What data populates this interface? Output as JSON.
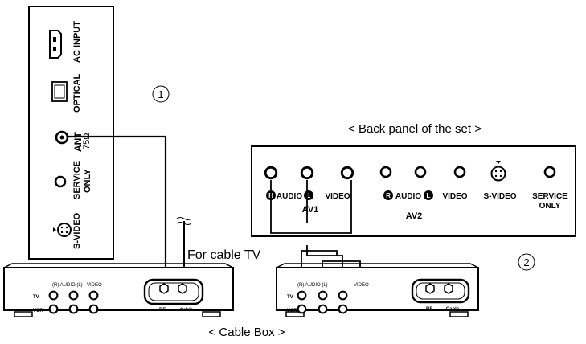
{
  "side_panel": {
    "ac_input": "AC INPUT",
    "optical": "OPTICAL",
    "ant": "ANT",
    "ohm": "75Ω",
    "service": "SERVICE",
    "only": "ONLY",
    "svideo": "S-VIDEO"
  },
  "markers": {
    "one": "1",
    "two": "2"
  },
  "back_panel": {
    "caption": "< Back panel of the set >",
    "audio": "AUDIO",
    "video": "VIDEO",
    "av1": "AV1",
    "av2": "AV2",
    "svideo": "S-VIDEO",
    "service": "SERVICE",
    "only": "ONLY",
    "r": "R",
    "l": "L"
  },
  "cable_tv_label": "For cable TV",
  "cable_box_caption": "< Cable Box >",
  "box": {
    "audio_header": "(R) AUDIO (L)",
    "video_header": "VIDEO",
    "tv": "TV",
    "vcr": "VCR",
    "rf": "RF",
    "cable": "Cable"
  }
}
